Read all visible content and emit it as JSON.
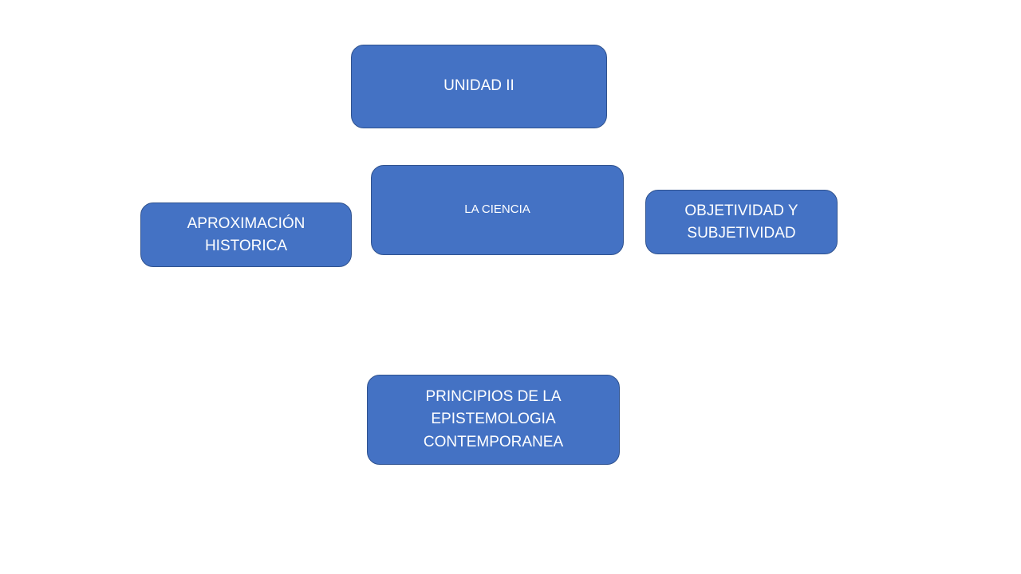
{
  "diagram": {
    "nodes": {
      "unidad": {
        "label": "UNIDAD II"
      },
      "ciencia": {
        "label": "LA CIENCIA"
      },
      "aproximacion": {
        "lines": [
          "APROXIMACIÓN",
          "HISTORICA"
        ]
      },
      "objetividad": {
        "lines": [
          "OBJETIVIDAD Y",
          "SUBJETIVIDAD"
        ]
      },
      "principios": {
        "lines": [
          "PRINCIPIOS DE LA",
          "EPISTEMOLOGIA",
          "CONTEMPORANEA"
        ]
      }
    },
    "colors": {
      "node_fill": "#4472c4",
      "node_border": "#2f528f",
      "node_text": "#ffffff",
      "background": "#ffffff"
    }
  }
}
